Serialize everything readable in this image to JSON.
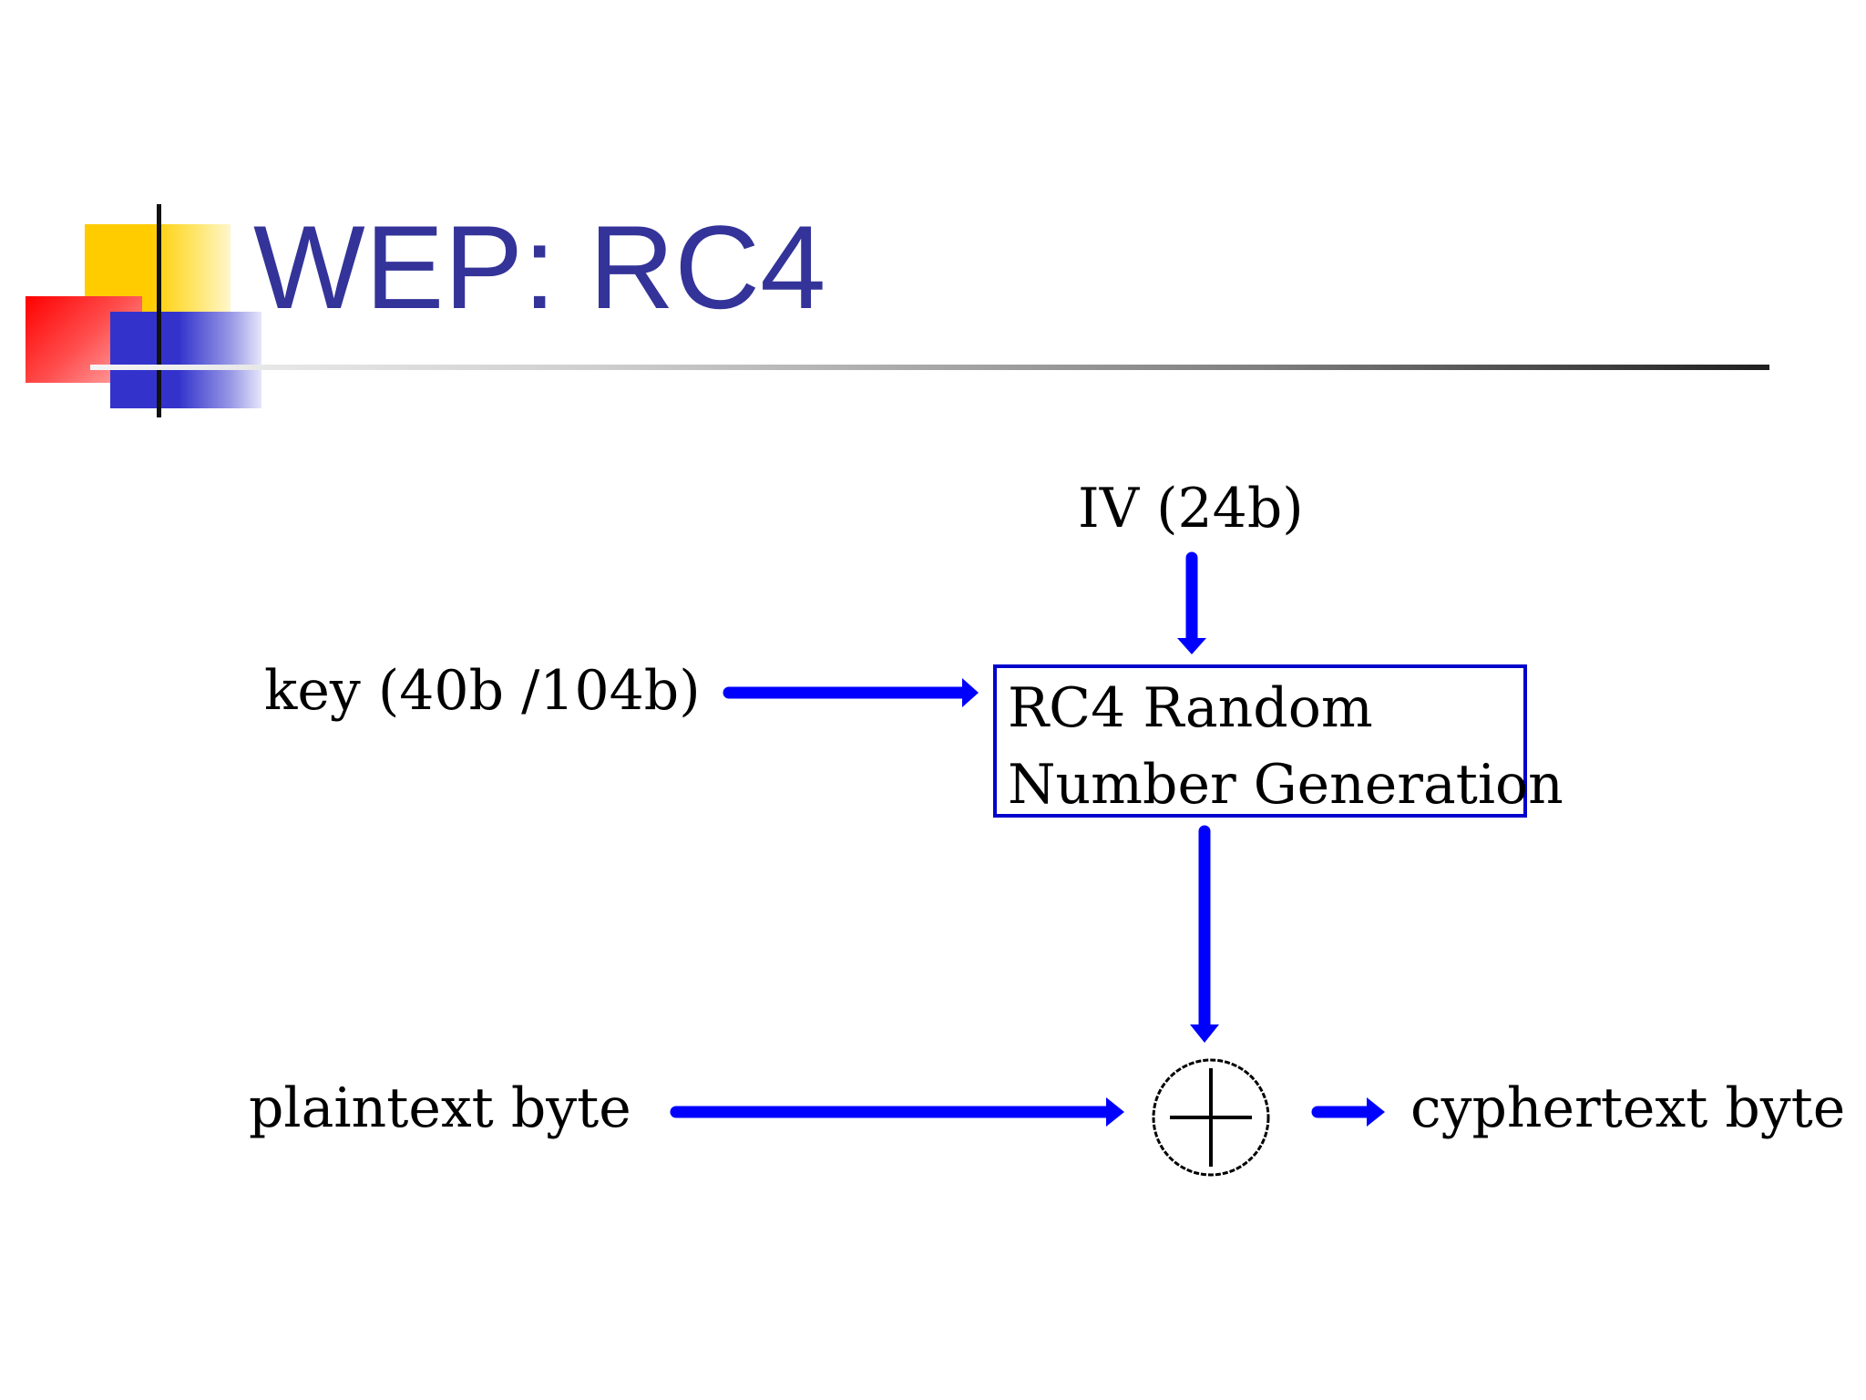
{
  "slide": {
    "title": "WEP: RC4"
  },
  "diagram": {
    "iv_label": "IV (24b)",
    "key_label": "key (40b /104b)",
    "rc4_box": {
      "line1": "RC4 Random",
      "line2": "Number Generation"
    },
    "plaintext_label": "plaintext byte",
    "cyphertext_label": "cyphertext byte",
    "xor_symbol": "xor-operator"
  },
  "colors": {
    "title": "#333399",
    "arrows": "#0000ff",
    "box_border": "#0000cc",
    "text": "#000000",
    "accent_yellow": "#ffcc00",
    "accent_red": "#ff0000",
    "accent_blue": "#3333cc"
  }
}
